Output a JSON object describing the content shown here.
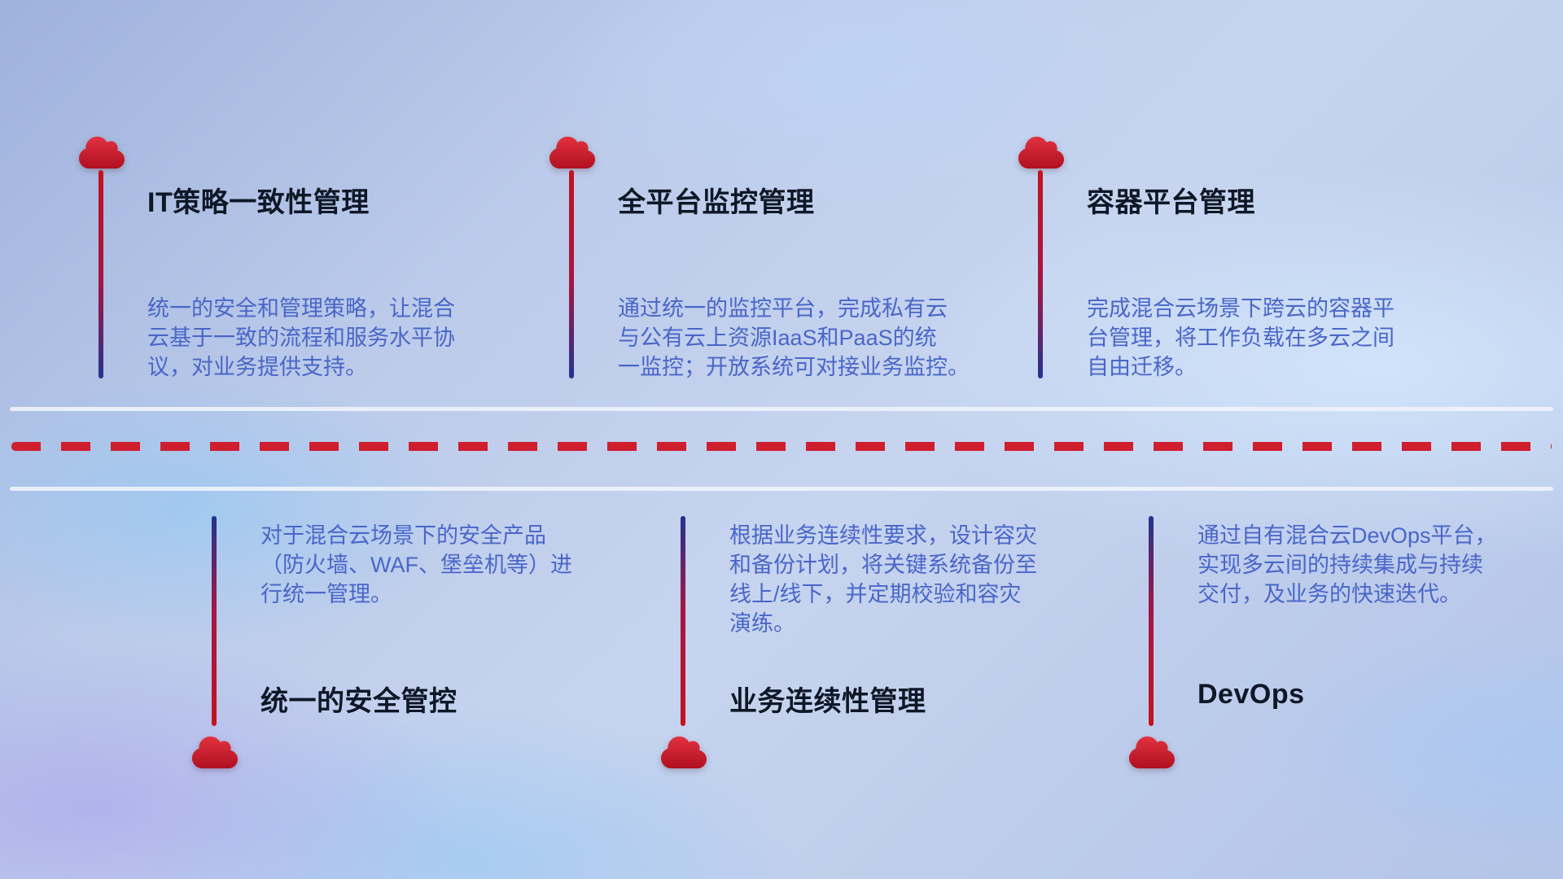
{
  "theme": {
    "accent_red": "#cf1e2e",
    "accent_blue": "#2b3a96",
    "title_color": "#0e1726",
    "desc_color": "#4a66c8",
    "divider_color": "#eef3fb"
  },
  "top_items": [
    {
      "title": "IT策略一致性管理",
      "desc": "统一的安全和管理策略，让混合\n云基于一致的流程和服务水平协\n议，对业务提供支持。"
    },
    {
      "title": "全平台监控管理",
      "desc": "通过统一的监控平台，完成私有云\n与公有云上资源IaaS和PaaS的统\n一监控；开放系统可对接业务监控。"
    },
    {
      "title": "容器平台管理",
      "desc": "完成混合云场景下跨云的容器平\n台管理，将工作负载在多云之间\n自由迁移。"
    }
  ],
  "bottom_items": [
    {
      "title": "统一的安全管控",
      "desc": "对于混合云场景下的安全产品\n（防火墙、WAF、堡垒机等）进\n行统一管理。"
    },
    {
      "title": "业务连续性管理",
      "desc": "根据业务连续性要求，设计容灾\n和备份计划，将关键系统备份至\n线上/线下，并定期校验和容灾\n演练。"
    },
    {
      "title": "DevOps",
      "desc": "通过自有混合云DevOps平台，\n实现多云间的持续集成与持续\n交付，及业务的快速迭代。"
    }
  ]
}
